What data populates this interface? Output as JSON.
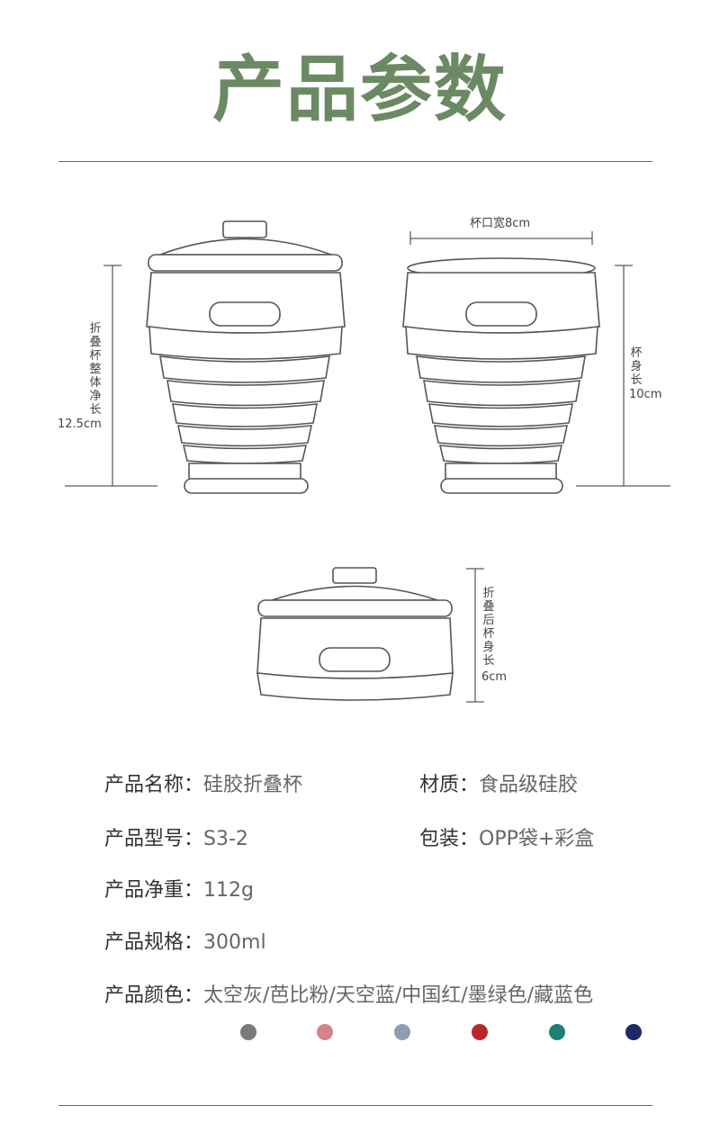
{
  "page_title": "产品参数",
  "dimensions": {
    "cup_mouth_width": "杯口宽8cm",
    "total_height_label": "折叠杯整体净长",
    "total_height_value": "12.5cm",
    "body_height_label": "杯身长",
    "body_height_value": "10cm",
    "folded_height_label": "折叠后杯身长",
    "folded_height_value": "6cm"
  },
  "specs": {
    "name_key": "产品名称：",
    "name_val": "硅胶折叠杯",
    "material_key": "材质：",
    "material_val": "食品级硅胶",
    "model_key": "产品型号：",
    "model_val": "S3-2",
    "package_key": "包装：",
    "package_val": "OPP袋+彩盒",
    "weight_key": "产品净重：",
    "weight_val": "112g",
    "size_key": "产品规格：",
    "size_val": "300ml",
    "color_key": "产品颜色：",
    "color_val": "太空灰/芭比粉/天空蓝/中国红/墨绿色/藏蓝色"
  },
  "swatches": [
    {
      "name": "太空灰",
      "color": "#7a7a7a"
    },
    {
      "name": "芭比粉",
      "color": "#d3838b"
    },
    {
      "name": "天空蓝",
      "color": "#8c9db5"
    },
    {
      "name": "中国红",
      "color": "#b8282a"
    },
    {
      "name": "墨绿色",
      "color": "#1f7f77"
    },
    {
      "name": "藏蓝色",
      "color": "#1f2a64"
    }
  ]
}
